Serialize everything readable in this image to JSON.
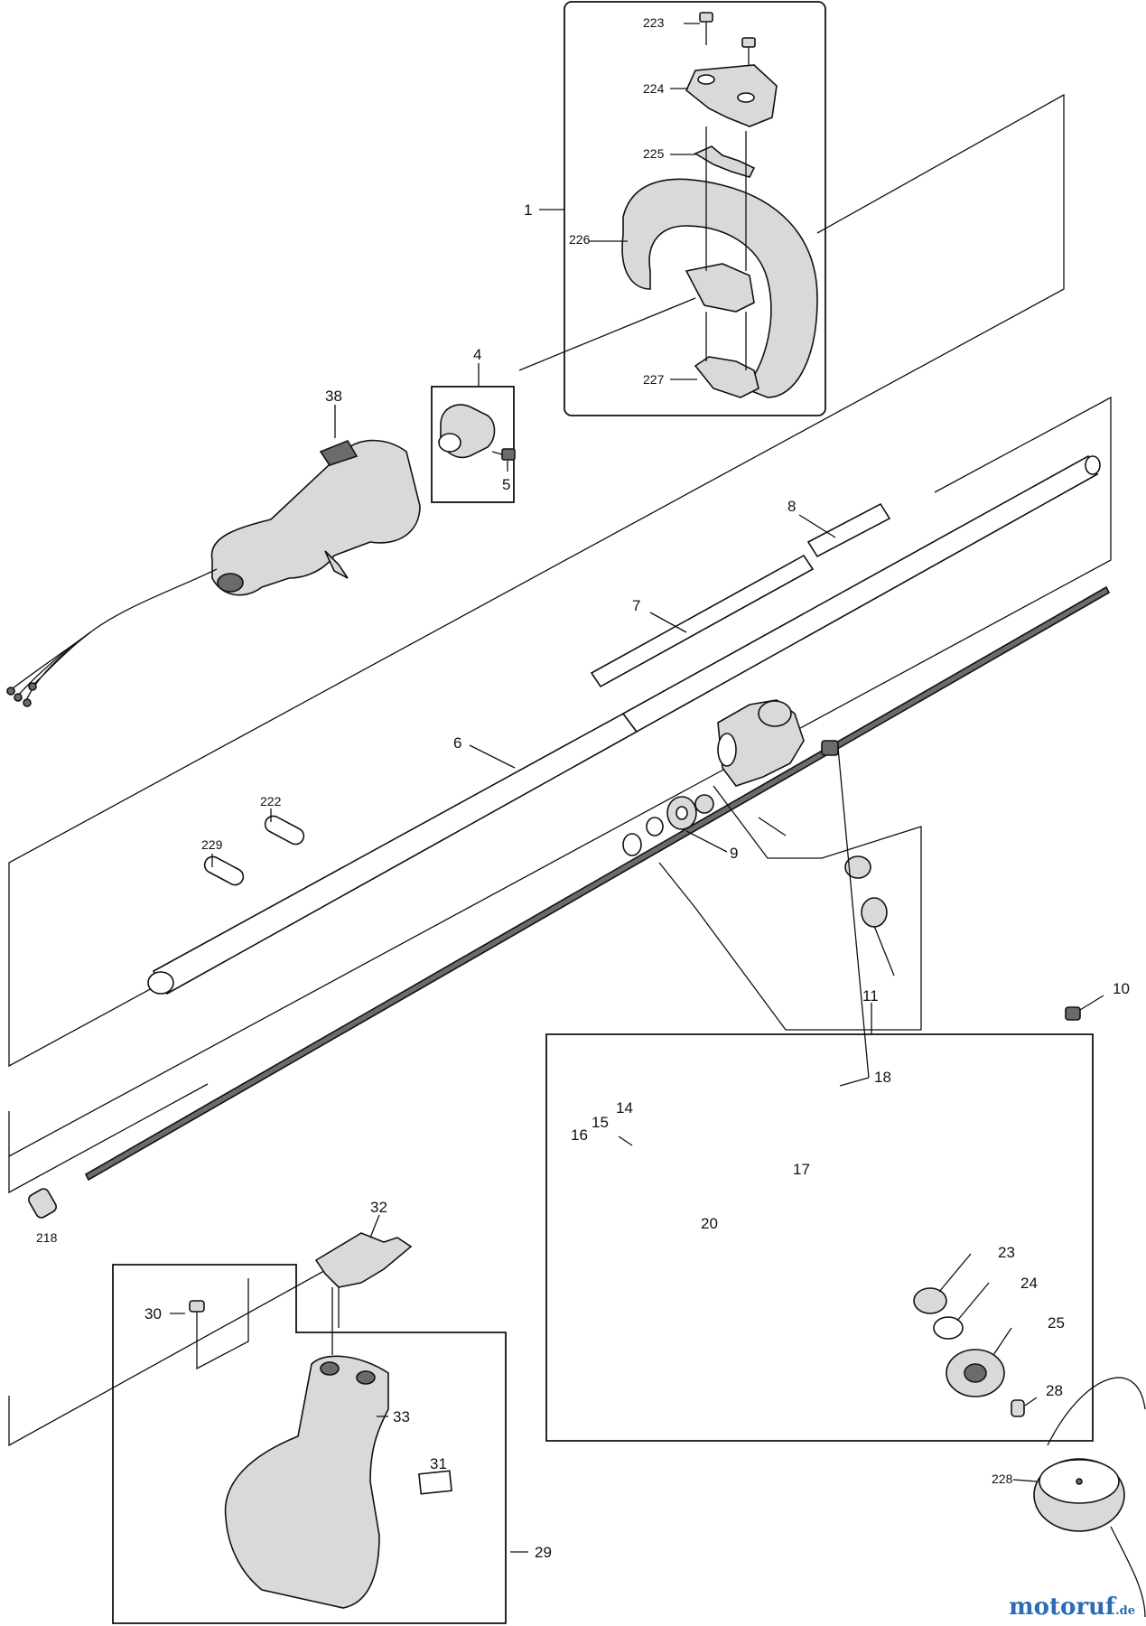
{
  "diagram": {
    "callouts": {
      "c223": "223",
      "c224": "224",
      "c225": "225",
      "c1": "1",
      "c226": "226",
      "c227": "227",
      "c4": "4",
      "c38": "38",
      "c5": "5",
      "c8": "8",
      "c7": "7",
      "c6": "6",
      "c222": "222",
      "c229": "229",
      "c9": "9",
      "c11": "11",
      "c10": "10",
      "c18": "18",
      "c14": "14",
      "c15": "15",
      "c16": "16",
      "c17": "17",
      "c20": "20",
      "c32": "32",
      "c218": "218",
      "c30": "30",
      "c23": "23",
      "c24": "24",
      "c25": "25",
      "c33": "33",
      "c28": "28",
      "c31": "31",
      "c228": "228",
      "c29": "29"
    }
  },
  "watermark": {
    "brand": "motoruf",
    "tld": ".de"
  }
}
